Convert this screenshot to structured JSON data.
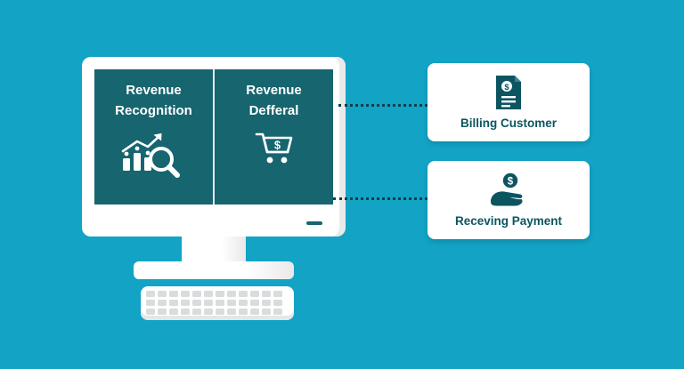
{
  "monitor": {
    "panels": [
      {
        "line1": "Revenue",
        "line2": "Recognition",
        "icon": "chart-magnifier-icon"
      },
      {
        "line1": "Revenue",
        "line2": "Defferal",
        "icon": "cart-dollar-icon"
      }
    ]
  },
  "cards": [
    {
      "label": "Billing Customer",
      "icon": "invoice-dollar-icon"
    },
    {
      "label": "Receving Payment",
      "icon": "hand-coin-icon"
    }
  ],
  "glyphs": {
    "dollar": "$"
  },
  "colors": {
    "background": "#12a3c5",
    "screen": "#16656f",
    "accent_text": "#0c5560",
    "connector": "#123f48",
    "monitor_body": "#ffffff"
  }
}
